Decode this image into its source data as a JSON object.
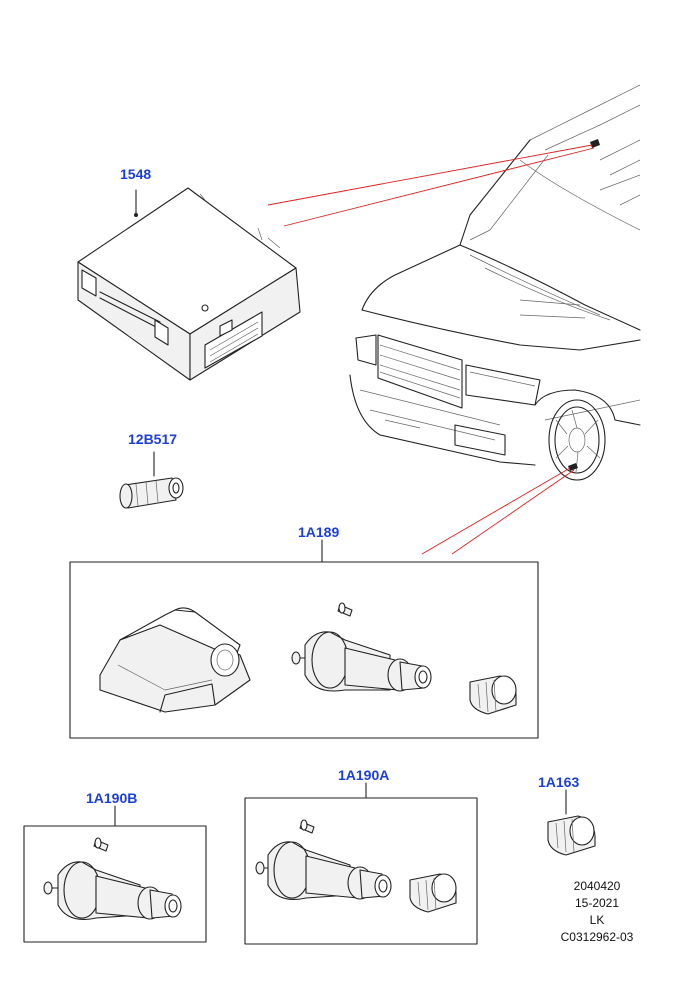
{
  "labels": {
    "module": "1548",
    "valve_stem": "12B517",
    "sensor_kit": "1A189",
    "valve_kit_b": "1A190B",
    "valve_kit_a": "1A190A",
    "valve_cap": "1A163"
  },
  "reference": {
    "line1": "2040420",
    "line2": "15-2021",
    "line3": "LK",
    "line4": "C0312962-03"
  },
  "colors": {
    "callout": "#1c3fd6",
    "leader_red": "#e02020",
    "line": "#222222"
  }
}
